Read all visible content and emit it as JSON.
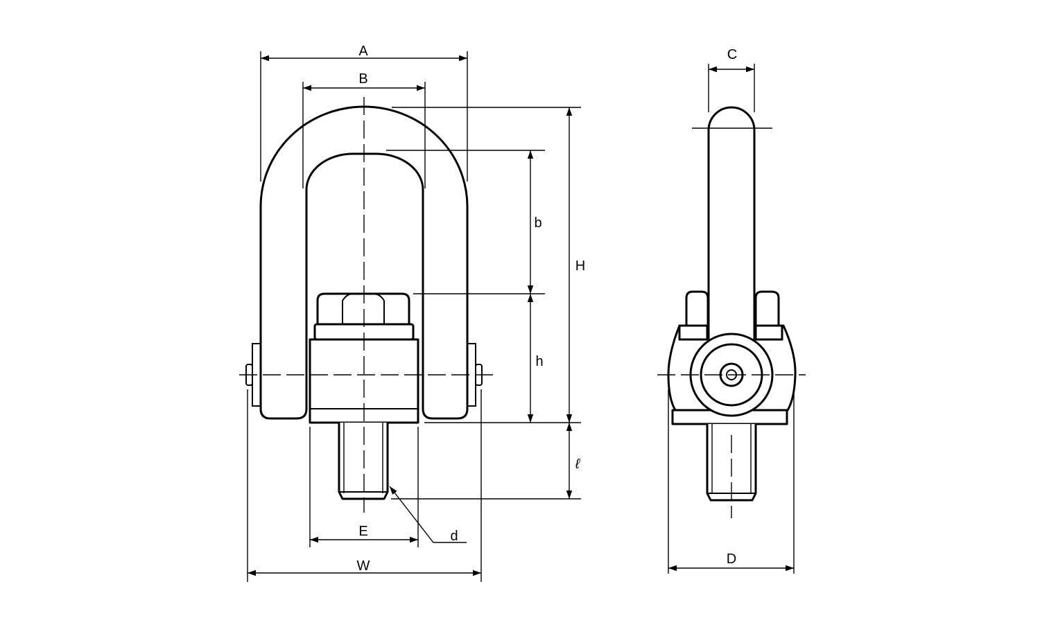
{
  "dimension_labels": {
    "A": "A",
    "B": "B",
    "C": "C",
    "b": "b",
    "H": "H",
    "h": "h",
    "l": "ℓ",
    "d": "d",
    "E": "E",
    "W": "W",
    "D": "D"
  },
  "colors": {
    "line": "#000000",
    "background": "#ffffff"
  }
}
